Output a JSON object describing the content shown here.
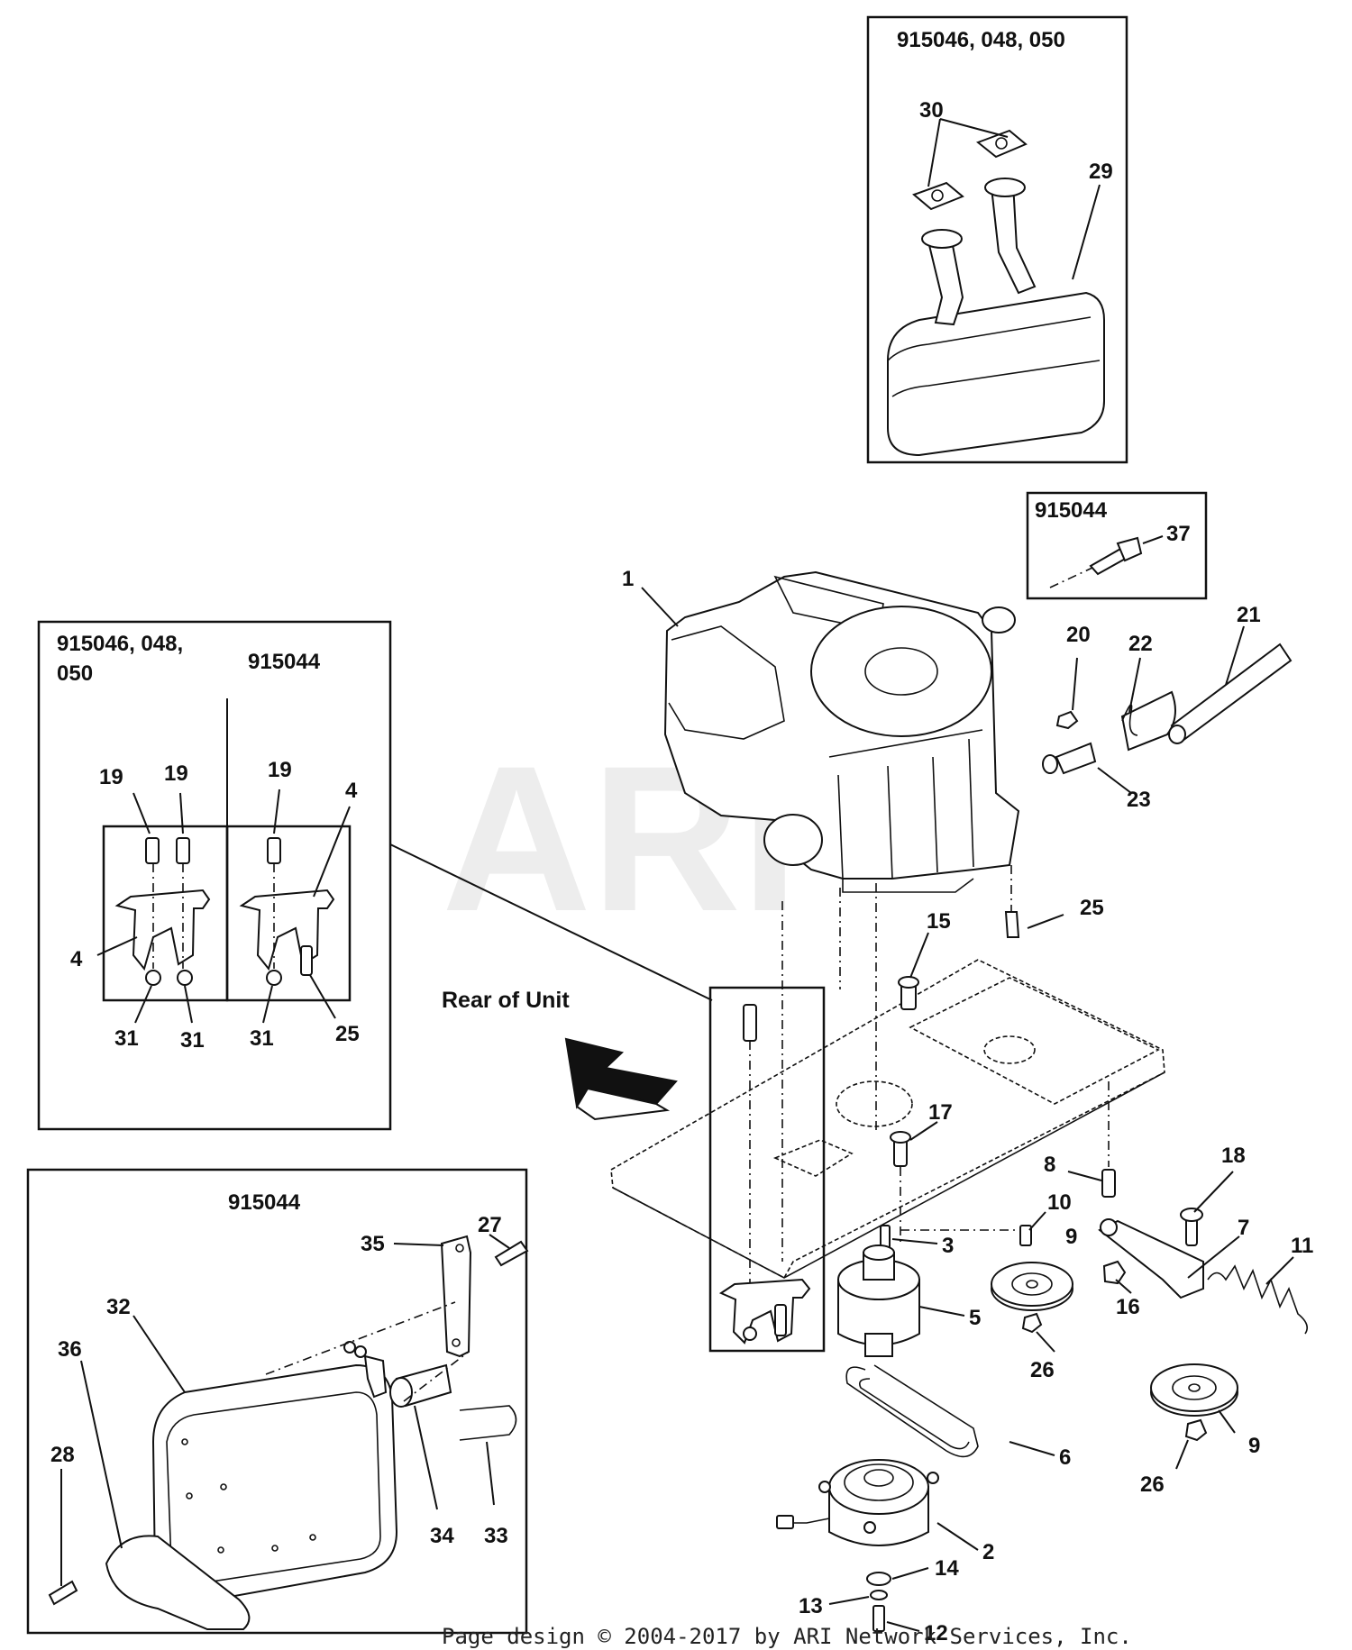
{
  "watermark": "ARI",
  "footer": "Page design © 2004-2017 by ARI Network Services, Inc.",
  "rear_label": "Rear of Unit",
  "boxes": {
    "muffler_top": {
      "title": "915046, 048, 050",
      "labels": [
        "30",
        "29"
      ]
    },
    "screw_box": {
      "title": "915044",
      "labels": [
        "37"
      ]
    },
    "bracket_box": {
      "title_left_line1": "915046, 048,",
      "title_left_line2": "050",
      "title_right": "915044",
      "labels": [
        "19",
        "19",
        "4",
        "31",
        "31",
        "19",
        "4",
        "31",
        "25"
      ]
    },
    "muffler_bottom": {
      "title": "915044",
      "labels": [
        "27",
        "35",
        "32",
        "36",
        "28",
        "34",
        "33"
      ]
    }
  },
  "callouts": [
    "1",
    "20",
    "22",
    "21",
    "23",
    "25",
    "15",
    "17",
    "8",
    "18",
    "10",
    "9",
    "3",
    "7",
    "11",
    "16",
    "5",
    "26",
    "9",
    "26",
    "6",
    "2",
    "14",
    "13",
    "12"
  ]
}
